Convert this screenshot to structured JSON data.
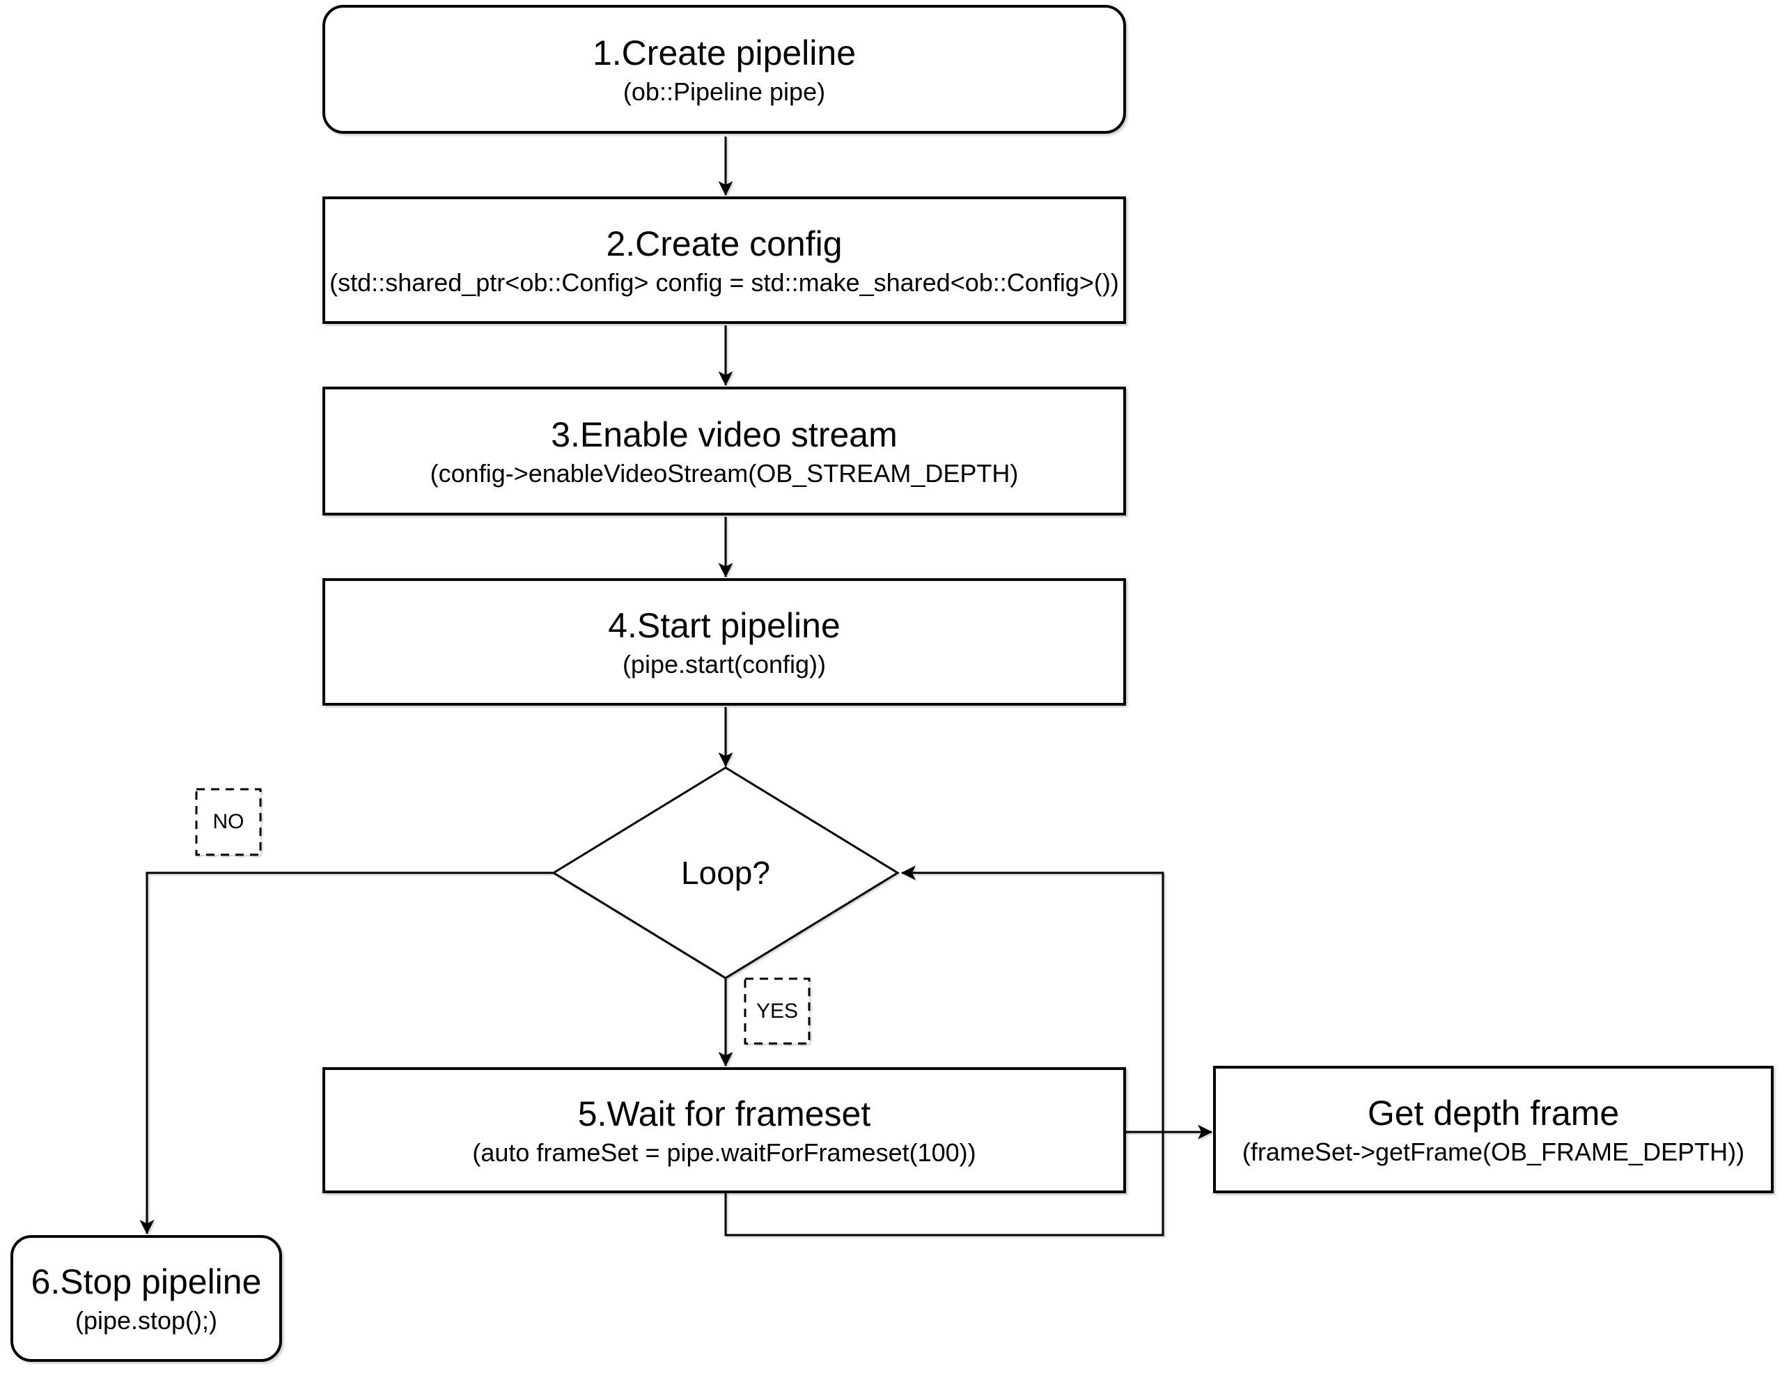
{
  "page": {
    "background": "#ffffff",
    "stroke_color": "#000000"
  },
  "nodes": {
    "create_pipeline": {
      "title": "1.Create pipeline",
      "code": "(ob::Pipeline pipe)"
    },
    "create_config": {
      "title": "2.Create config",
      "code": "(std::shared_ptr<ob::Config> config = std::make_shared<ob::Config>())"
    },
    "enable_video_stream": {
      "title": "3.Enable video stream",
      "code": "(config->enableVideoStream(OB_STREAM_DEPTH)"
    },
    "start_pipeline": {
      "title": "4.Start pipeline",
      "code": "(pipe.start(config))"
    },
    "wait_for_frameset": {
      "title": "5.Wait for frameset",
      "code": "(auto frameSet = pipe.waitForFrameset(100))"
    },
    "get_depth_frame": {
      "title": "Get depth frame",
      "code": "(frameSet->getFrame(OB_FRAME_DEPTH))"
    },
    "stop_pipeline": {
      "title": "6.Stop pipeline",
      "code": "(pipe.stop();)"
    }
  },
  "decision": {
    "label": "Loop?"
  },
  "branch_labels": {
    "no": "NO",
    "yes": "YES"
  }
}
